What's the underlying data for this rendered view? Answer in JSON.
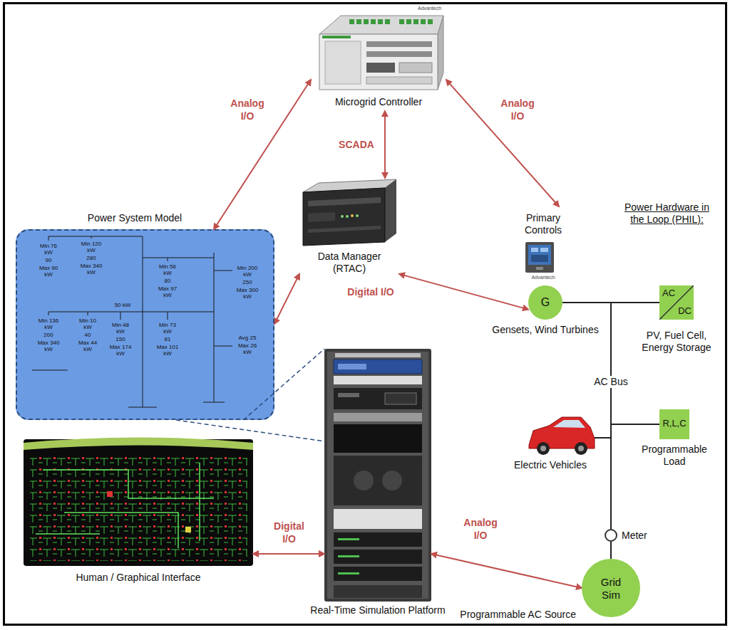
{
  "diagram": {
    "nodes": [
      {
        "text": [
          "Advantech",
          "Microgrid Controller"
        ]
      },
      {
        "text": [
          "Power System Model"
        ]
      },
      {
        "text": [
          "Data Manager (RTAC)"
        ]
      },
      {
        "text": [
          "Primary Controls",
          "Advantech"
        ]
      },
      {
        "text": [
          "G",
          "Gensets, Wind Turbines"
        ]
      },
      {
        "text": [
          "AC",
          "DC",
          "PV, Fuel Cell, Energy Storage"
        ]
      },
      {
        "text": [
          "Electric Vehicles"
        ]
      },
      {
        "text": [
          "R,L,C",
          "Programmable Load"
        ]
      },
      {
        "text": [
          "Human / Graphical Interface"
        ]
      },
      {
        "text": [
          "Real-Time Simulation Platform"
        ]
      },
      {
        "text": [
          "Meter"
        ]
      },
      {
        "text": [
          "Grid Sim",
          "Programmable AC Source"
        ]
      }
    ],
    "edges": [
      {
        "from": 1,
        "to": 0,
        "label": "Analog I/O",
        "arrow": "both"
      },
      {
        "from": 0,
        "to": 3,
        "label": "Analog I/O",
        "arrow": "both"
      },
      {
        "from": 0,
        "to": 2,
        "label": "SCADA",
        "arrow": "both"
      },
      {
        "from": 2,
        "to": 1,
        "arrow": "both"
      },
      {
        "from": 2,
        "to": 4,
        "arrow": "both"
      },
      {
        "from": 9,
        "to": 8,
        "label": "Digital I/O",
        "arrow": "both"
      },
      {
        "from": 9,
        "to": 11,
        "label": "Analog I/O",
        "arrow": "both"
      },
      {
        "from": 1,
        "to": 9,
        "arrow": "none"
      },
      {
        "from": 1,
        "to": 9,
        "arrow": "none"
      },
      {
        "from": 4,
        "to": 5,
        "arrow": "none"
      },
      {
        "from": 10,
        "to": 11,
        "arrow": "none"
      }
    ],
    "labels": [
      "Digital I/O",
      "Power Hardware in the Loop (PHIL):",
      "AC Bus",
      "Min 76 kW",
      "90",
      "Max 90 kW",
      "Min 120 kW",
      "280",
      "Max 340 kW",
      "Min 56 kW",
      "80",
      "Max 97 kW",
      "Min 200 kW",
      "250",
      "Max 300 kW",
      "50 kW",
      "Min 136 kW",
      "200",
      "Max 340 kW",
      "Min 10 kW",
      "40",
      "Max 44 kW",
      "Min 48 kW",
      "150",
      "Max 174 kW",
      "Min 73 kW",
      "81",
      "Max 101 kW",
      "Avg 25",
      "Max 26 kW"
    ]
  }
}
